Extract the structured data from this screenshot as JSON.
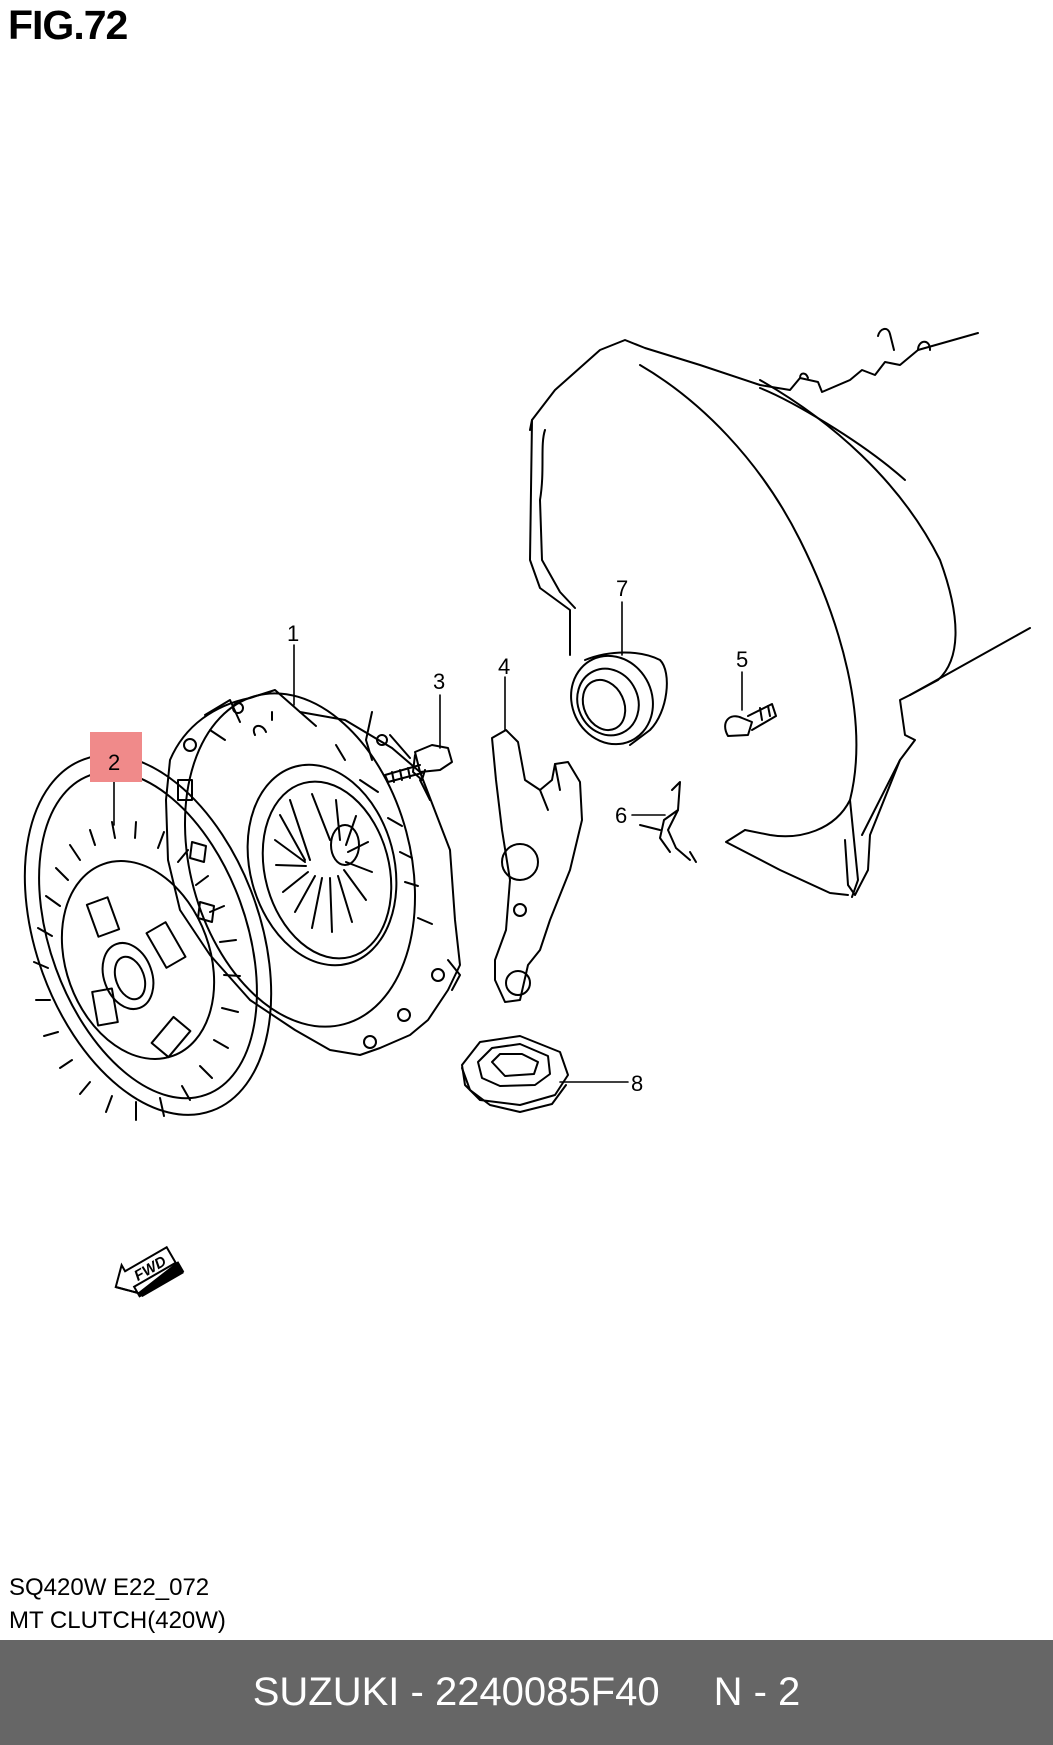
{
  "figure": {
    "title": "FIG.72"
  },
  "callouts": [
    {
      "id": "1",
      "label": "1"
    },
    {
      "id": "2",
      "label": "2",
      "highlighted": true
    },
    {
      "id": "3",
      "label": "3"
    },
    {
      "id": "4",
      "label": "4"
    },
    {
      "id": "5",
      "label": "5"
    },
    {
      "id": "6",
      "label": "6"
    },
    {
      "id": "7",
      "label": "7"
    },
    {
      "id": "8",
      "label": "8"
    }
  ],
  "fwd_arrow": {
    "label": "FWD"
  },
  "caption": {
    "code": "SQ420W E22_072",
    "name": "MT CLUTCH(420W)"
  },
  "footer": {
    "part": "SUZUKI - 2240085F40",
    "position": "N - 2"
  },
  "colors": {
    "highlight": "#f08a8a",
    "footer_bg": "#666666",
    "footer_text": "#ffffff",
    "line": "#000000"
  }
}
